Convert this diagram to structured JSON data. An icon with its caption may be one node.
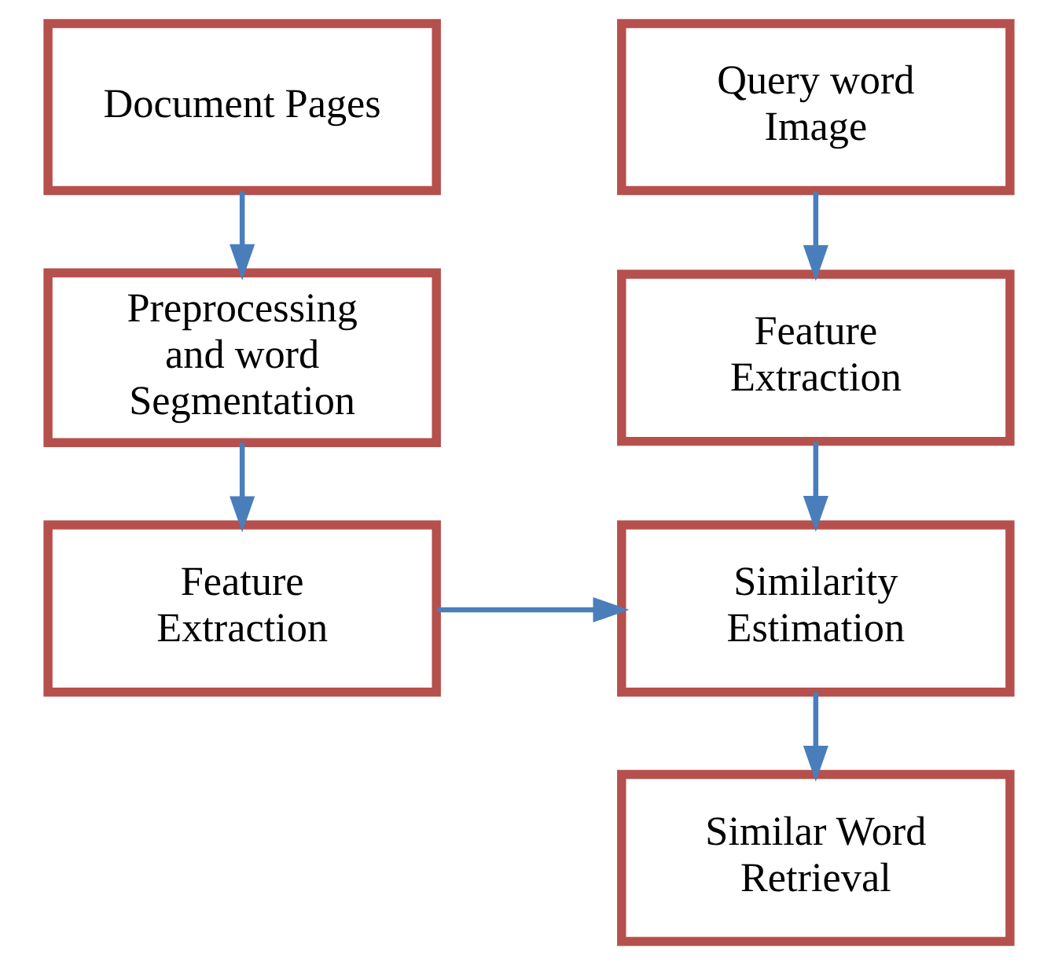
{
  "diagram": {
    "nodes": [
      {
        "text": [
          "Document Pages"
        ]
      },
      {
        "text": [
          "Query word Image"
        ]
      },
      {
        "text": [
          "Preprocessing and word Segmentation"
        ]
      },
      {
        "text": [
          "Feature Extraction"
        ]
      },
      {
        "text": [
          "Feature Extraction"
        ]
      },
      {
        "text": [
          "Similarity Estimation"
        ]
      },
      {
        "text": [
          "Similar Word Retrieval"
        ]
      }
    ],
    "edges": [
      {
        "from": 0,
        "to": 2,
        "arrow": "to"
      },
      {
        "from": 1,
        "to": 3,
        "arrow": "to"
      },
      {
        "from": 2,
        "to": 4,
        "arrow": "to"
      },
      {
        "from": 3,
        "to": 5,
        "arrow": "to"
      },
      {
        "from": 4,
        "to": 5,
        "arrow": "to"
      },
      {
        "from": 5,
        "to": 6,
        "arrow": "to"
      }
    ]
  }
}
